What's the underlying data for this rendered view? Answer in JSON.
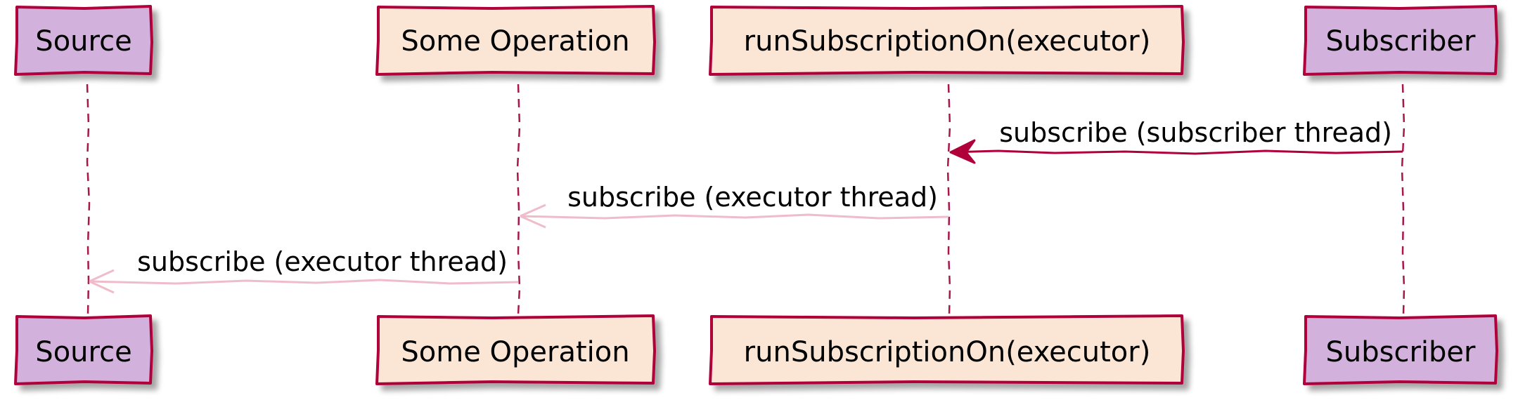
{
  "participants": [
    {
      "id": "source",
      "label": "Source",
      "fill": "#d3b1dd"
    },
    {
      "id": "some-operation",
      "label": "Some Operation",
      "fill": "#fbe6d5"
    },
    {
      "id": "run-subscription-on",
      "label": "runSubscriptionOn(executor)",
      "fill": "#fbe6d5"
    },
    {
      "id": "subscriber",
      "label": "Subscriber",
      "fill": "#d3b1dd"
    }
  ],
  "messages": [
    {
      "from": "subscriber",
      "to": "run-subscription-on",
      "label": "subscribe (subscriber thread)",
      "color": "#b0003a"
    },
    {
      "from": "run-subscription-on",
      "to": "some-operation",
      "label": "subscribe (executor thread)",
      "color": "#efbccb"
    },
    {
      "from": "some-operation",
      "to": "source",
      "label": "subscribe (executor thread)",
      "color": "#efbccb"
    }
  ],
  "colors": {
    "border": "#b0003a",
    "lifeline": "#a8174a",
    "shadow": "#c8c8c8"
  }
}
